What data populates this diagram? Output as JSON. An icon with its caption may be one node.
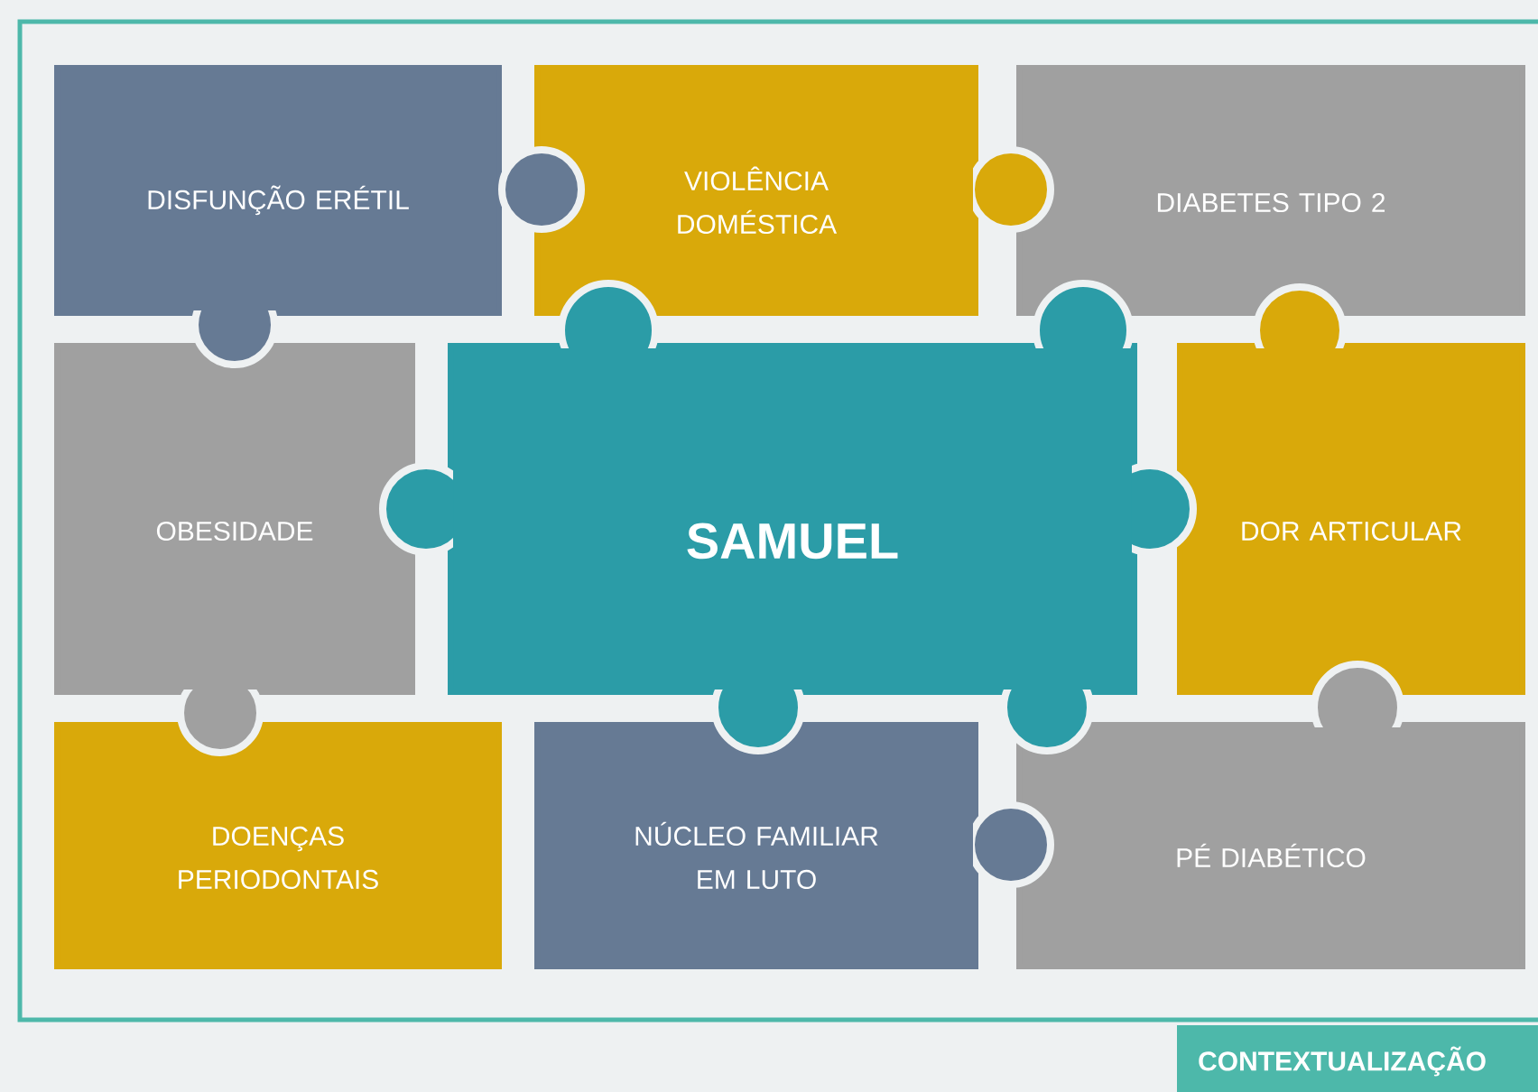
{
  "diagram": {
    "nodes": [
      {
        "text": [
          "DISFUNÇÃO ERÉTIL"
        ]
      },
      {
        "text": [
          "VIOLÊNCIA DOMÉSTICA"
        ]
      },
      {
        "text": [
          "DIABETES TIPO 2"
        ]
      },
      {
        "text": [
          "OBESIDADE"
        ]
      },
      {
        "text": [
          "SAMUEL"
        ]
      },
      {
        "text": [
          "DOR ARTICULAR"
        ]
      },
      {
        "text": [
          "DOENÇAS PERIODONTAIS"
        ]
      },
      {
        "text": [
          "NÚCLEO FAMILIAR EM LUTO"
        ]
      },
      {
        "text": [
          "PÉ DIABÉTICO"
        ]
      },
      {
        "text": [
          "CONTEXTUALIZAÇÃO"
        ]
      }
    ]
  }
}
